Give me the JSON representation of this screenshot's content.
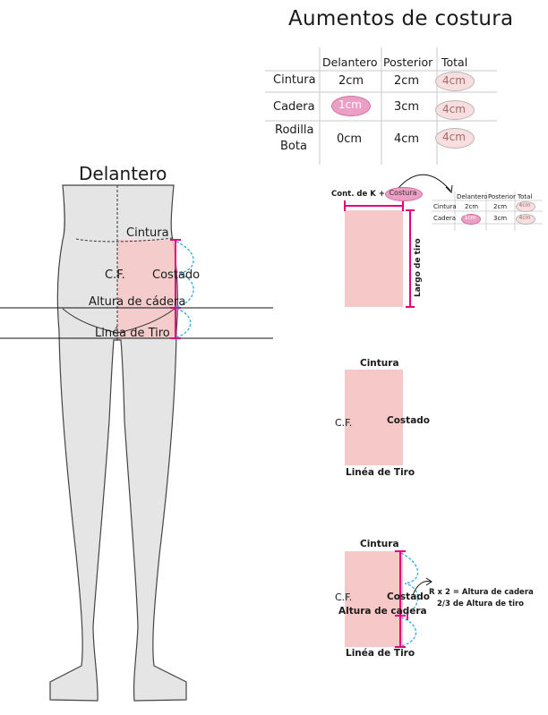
{
  "table": {
    "title": "Aumentos de costura",
    "columns": [
      "Delantero",
      "Posterior",
      "Total"
    ],
    "rows": [
      {
        "label": "Cintura",
        "label2": "",
        "delantero": "2cm",
        "posterior": "2cm",
        "total": "4cm"
      },
      {
        "label": "Cadera",
        "label2": "",
        "delantero": "1cm",
        "posterior": "3cm",
        "total": "4cm"
      },
      {
        "label": "Rodilla",
        "label2": "Bota",
        "delantero": "0cm",
        "posterior": "4cm",
        "total": "4cm"
      }
    ]
  },
  "figure": {
    "title": "Delantero",
    "cintura": "Cintura",
    "cf": "C.F.",
    "costado": "Costado",
    "altura_cadera": "Altura de cádera",
    "linea_tiro": "Linéa de Tiro"
  },
  "step1": {
    "formula_a": "Cont. de K + ",
    "formula_b": "Costura",
    "largo_tiro": "Largo de tiro",
    "mini_table": {
      "columns": [
        "Delantero",
        "Posterior",
        "Total"
      ],
      "rows": [
        {
          "label": "Cintura",
          "delantero": "2cm",
          "posterior": "2cm",
          "total": "4cm"
        },
        {
          "label": "Cadera",
          "delantero": "1cm",
          "posterior": "3cm",
          "total": "4cm"
        }
      ]
    }
  },
  "step2": {
    "cintura": "Cintura",
    "cf": "C.F.",
    "costado": "Costado",
    "linea_tiro": "Linéa de Tiro"
  },
  "step3": {
    "cintura": "Cintura",
    "cf": "C.F.",
    "costado": "Costado",
    "altura_cadera": "Altura de cadera",
    "linea_tiro": "Linéa de Tiro",
    "note_1": "R x 2 = Altura de cadera",
    "note_2": "2/3 de Altura de tiro"
  },
  "colors": {
    "pink_fill": "#f7c8c8",
    "magenta": "#e5007e",
    "dashed_blue": "#2fa8e6",
    "body_gray": "#e5e5e5",
    "pill_strong": "#ec9fc4",
    "pill_soft": "#f8dede"
  }
}
